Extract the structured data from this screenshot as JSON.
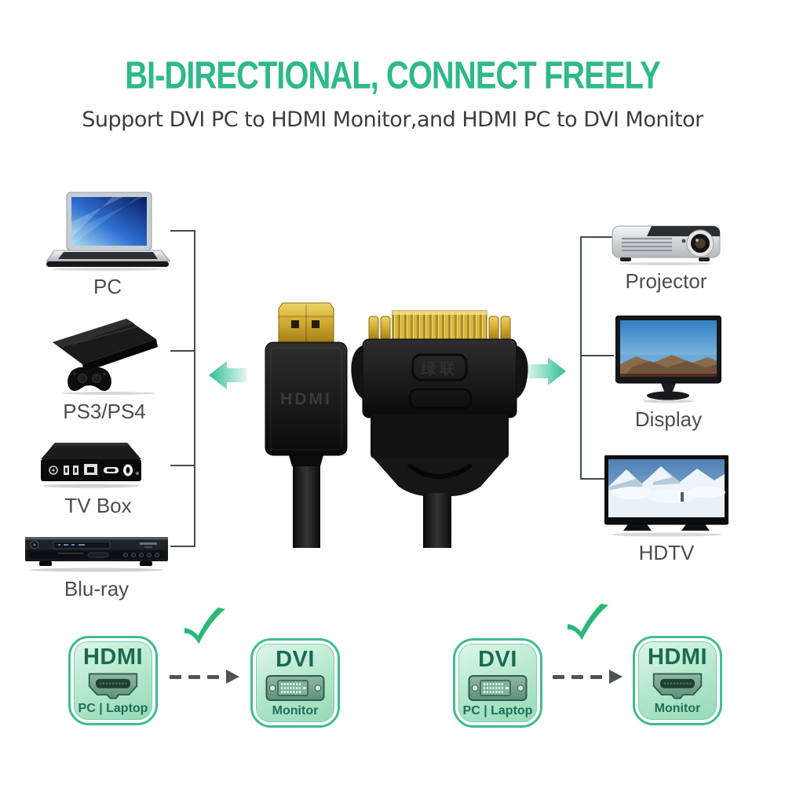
{
  "header": {
    "title": "BI-DIRECTIONAL, CONNECT FREELY",
    "subtitle": "Support DVI PC to HDMI Monitor,and HDMI PC to DVI Monitor"
  },
  "sources": {
    "items": [
      {
        "label": "PC"
      },
      {
        "label": "PS3/PS4"
      },
      {
        "label": "TV Box"
      },
      {
        "label": "Blu-ray"
      }
    ]
  },
  "targets": {
    "items": [
      {
        "label": "Projector"
      },
      {
        "label": "Display"
      },
      {
        "label": "HDTV"
      }
    ]
  },
  "product": {
    "connector_label": "HDMI",
    "adapter_brand": "绿联"
  },
  "bottom": {
    "groups": [
      {
        "source": {
          "title": "HDMI",
          "subtitle": "PC | Laptop"
        },
        "target": {
          "title": "DVI",
          "subtitle": "Monitor"
        }
      },
      {
        "source": {
          "title": "DVI",
          "subtitle": "PC | Laptop"
        },
        "target": {
          "title": "HDMI",
          "subtitle": "Monitor"
        }
      }
    ]
  },
  "icons": {
    "left_arrow": "arrow-left-icon",
    "right_arrow": "arrow-right-icon",
    "checkmark": "checkmark-icon",
    "dashed_arrow": "dashed-arrow-right-icon",
    "hdmi_port": "hdmi-port-icon",
    "dvi_port": "dvi-port-icon"
  },
  "colors": {
    "title_green": "#2eb98a",
    "arrow_green": "#2fbf94",
    "check_green": "#2cb877",
    "badge_border": "#3fbc8e",
    "badge_text": "#186b53",
    "line_dark": "#3f4c52",
    "subtitle_text": "#3d3d3d",
    "label_text": "#4d4d4d"
  }
}
